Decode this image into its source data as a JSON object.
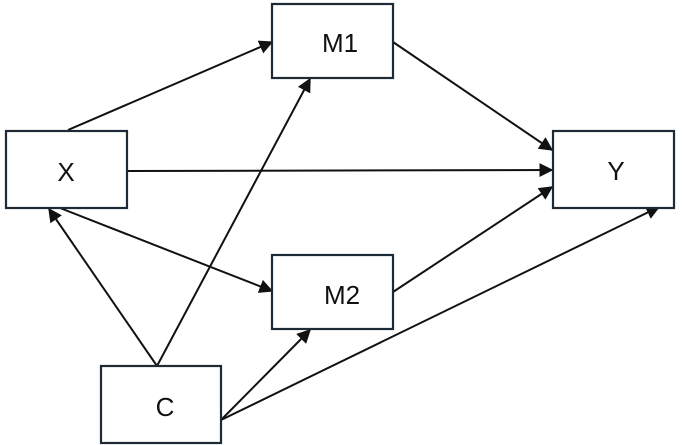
{
  "diagram": {
    "nodes": [
      {
        "id": "X",
        "label": "X"
      },
      {
        "id": "M1",
        "label": "M1"
      },
      {
        "id": "M2",
        "label": "M2"
      },
      {
        "id": "Y",
        "label": "Y"
      },
      {
        "id": "C",
        "label": "C"
      }
    ],
    "edges": [
      {
        "from": "X",
        "to": "M1"
      },
      {
        "from": "X",
        "to": "Y"
      },
      {
        "from": "X",
        "to": "M2"
      },
      {
        "from": "M1",
        "to": "Y"
      },
      {
        "from": "M2",
        "to": "Y"
      },
      {
        "from": "C",
        "to": "X"
      },
      {
        "from": "C",
        "to": "M1"
      },
      {
        "from": "C",
        "to": "M2"
      },
      {
        "from": "C",
        "to": "Y"
      }
    ],
    "colors": {
      "border": "#1e2a35",
      "arrow": "#111111",
      "text": "#111111"
    }
  }
}
